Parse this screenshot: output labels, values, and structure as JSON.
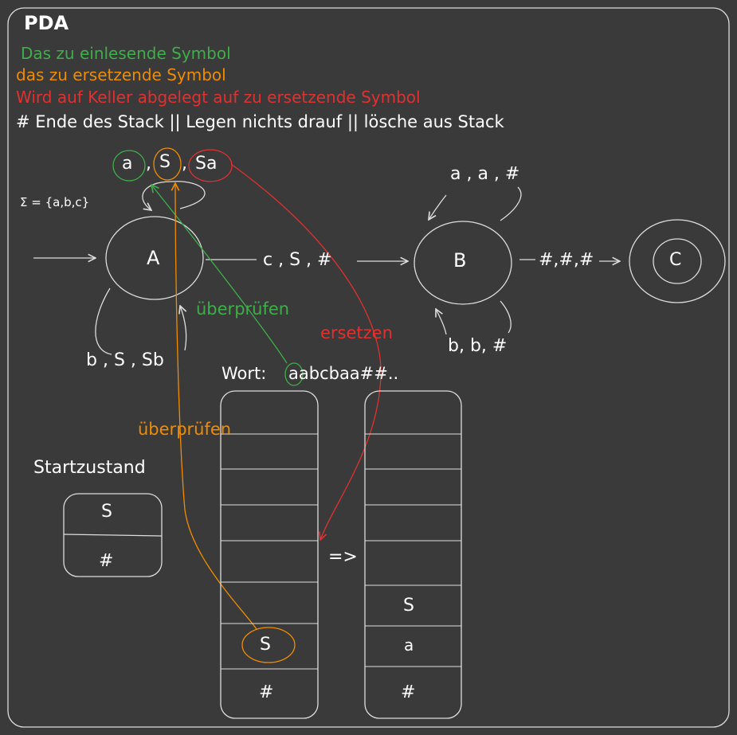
{
  "title": "PDA",
  "legend": {
    "green": "Das zu einlesende Symbol",
    "orange": "das zu ersetzende Symbol",
    "red": "Wird auf Keller abgelegt auf zu ersetzende Symbol",
    "white": "# Ende des Stack || Legen nichts drauf || lösche aus Stack"
  },
  "sigma": "Σ = {a,b,c}",
  "states": {
    "a": "A",
    "b": "B",
    "c": "C"
  },
  "transitions": {
    "a_loop_top": {
      "read": "a",
      "sep1": ",",
      "replace": "S",
      "sep2": ",",
      "push": "Sa"
    },
    "a_loop_bottom": "b , S , Sb",
    "a_to_b": "c , S , #",
    "b_loop_top": "a , a , #",
    "b_loop_bottom": "b, b, #",
    "b_to_c": "#,#,#"
  },
  "annotations": {
    "check_green": "überprüfen",
    "check_orange": "überprüfen",
    "replace_red": "ersetzen"
  },
  "word_label": "Wort:",
  "word_value": "aabcbaa##..",
  "start_state": {
    "title": "Startzustand",
    "cells": [
      "S",
      "#"
    ]
  },
  "stack_before": [
    "S",
    "#"
  ],
  "arrow_label": "=>",
  "stack_after": [
    "S",
    "a",
    "#"
  ],
  "colors": {
    "background": "#3a3a3a",
    "stroke": "#dddddd",
    "green": "#3fae4a",
    "orange": "#f08c00",
    "red": "#e03131"
  }
}
